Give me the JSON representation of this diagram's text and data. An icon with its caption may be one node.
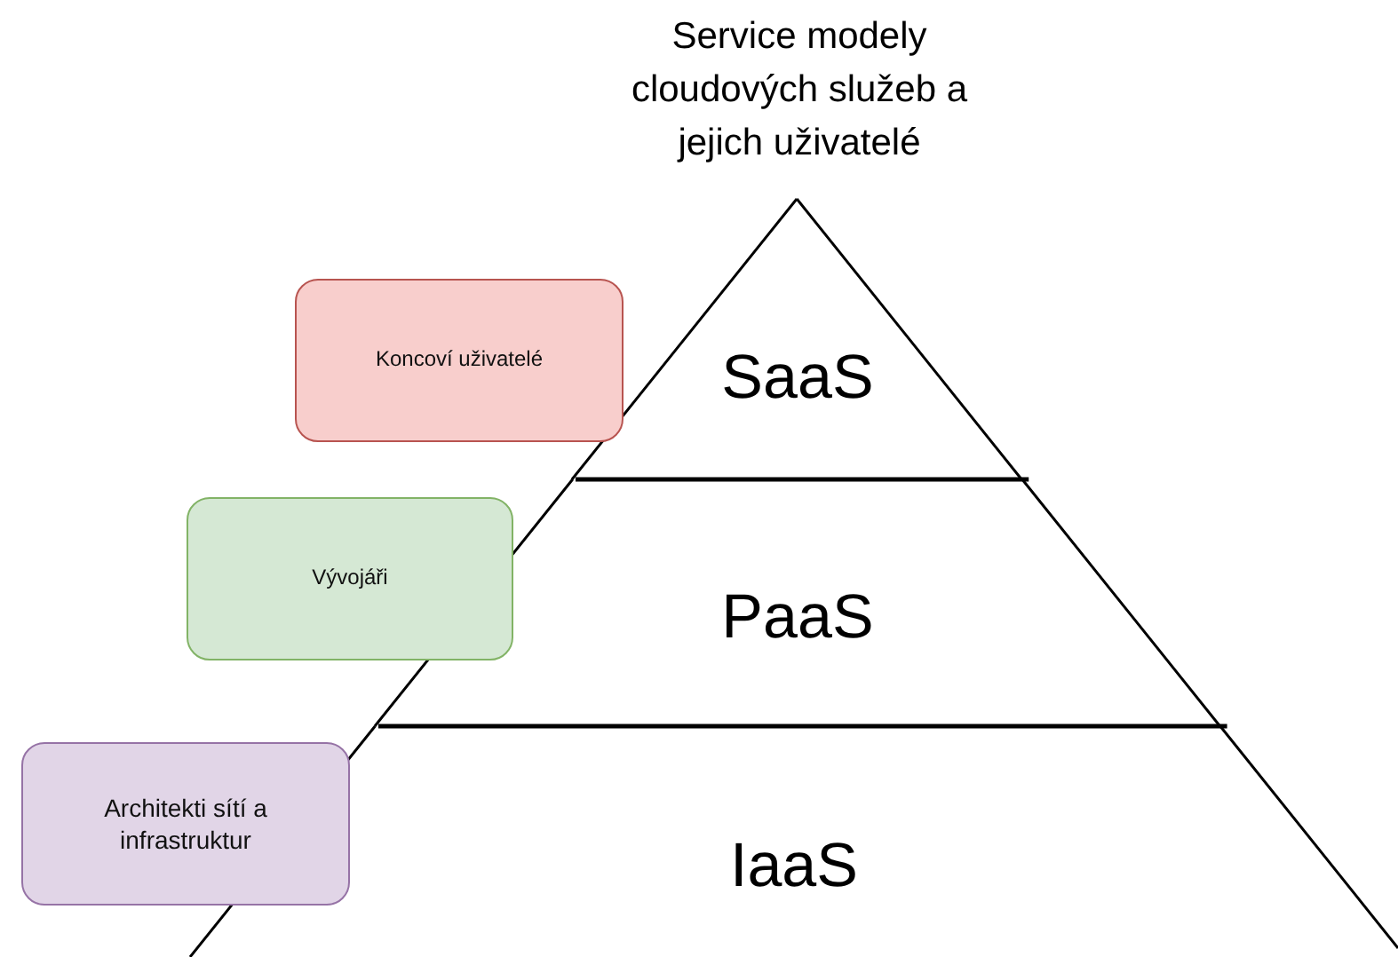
{
  "diagram": {
    "title": "Service modely cloudových služeb a jejich uživatelé",
    "nodes": [
      {
        "text": [
          "SaaS"
        ]
      },
      {
        "text": [
          "PaaS"
        ]
      },
      {
        "text": [
          "IaaS"
        ]
      },
      {
        "text": [
          "Koncoví uživatelé"
        ]
      },
      {
        "text": [
          "Vývojáři"
        ]
      },
      {
        "text": [
          "Architekti sítí a infrastruktur"
        ]
      }
    ]
  }
}
